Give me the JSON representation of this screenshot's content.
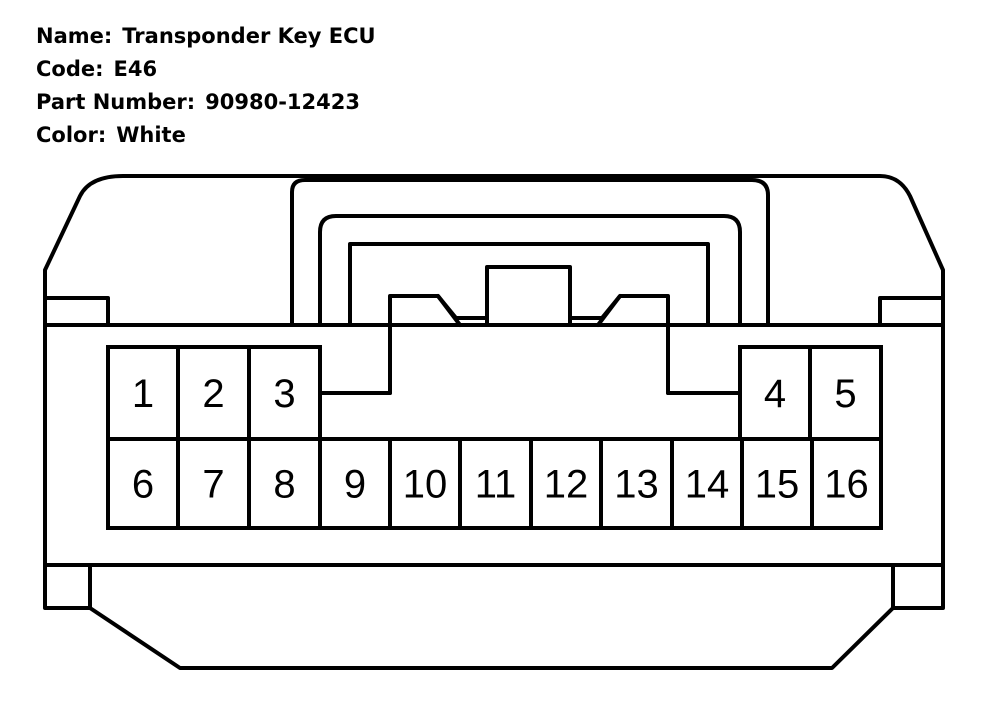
{
  "header": {
    "name_label": "Name:",
    "name_value": "Transponder Key ECU",
    "code_label": "Code:",
    "code_value": "E46",
    "part_label": "Part Number:",
    "part_value": "90980-12423",
    "color_label": "Color:",
    "color_value": "White"
  },
  "connector": {
    "top_row_left": [
      "1",
      "2",
      "3"
    ],
    "top_row_right": [
      "4",
      "5"
    ],
    "bottom_row": [
      "6",
      "7",
      "8",
      "9",
      "10",
      "11",
      "12",
      "13",
      "14",
      "15",
      "16"
    ],
    "stroke_color": "#000000",
    "fill_color": "#ffffff"
  }
}
